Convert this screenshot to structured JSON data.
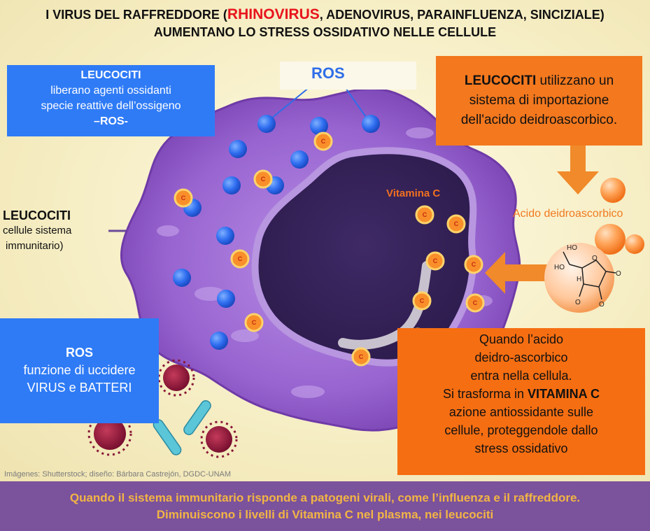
{
  "title": {
    "line1_pre": "I VIRUS DEL RAFFREDDORE (",
    "line1_red": "RHINOVIRUS",
    "line1_post": ", ADENOVIRUS, PARAINFLUENZA, SINCIZIALE)",
    "line2": "AUMENTANO LO STRESS OSSIDATIVO NELLE CELLULE"
  },
  "box_leucociti_left": {
    "heading": "LEUCOCITI",
    "line1": "liberano agenti ossidanti",
    "line2": "specie reattive dell’ossigeno",
    "line3": "–ROS-"
  },
  "ros_label": "ROS",
  "box_leucociti_right": {
    "heading": "LEUCOCITI",
    "text1": " utilizzano un",
    "text2": "sistema di importazione",
    "text3": "dell'acido deidroascorbico."
  },
  "side_label": {
    "heading": "LEUCOCITI",
    "line1": "cellule sistema",
    "line2": "immunitario)"
  },
  "vitamina_c_label": "Vitamina C",
  "acido_label": "Acido deidroascorbico",
  "molecule": {
    "ho1": "HO",
    "ho2": "HO",
    "h": "H",
    "o_ring": "O",
    "o_right": "O",
    "o_bottom1": "O",
    "o_bottom2": "O"
  },
  "vitc_particle_letter": "C",
  "box_ros_left": {
    "heading": "ROS",
    "line1": "funzione di uccidere",
    "line2": "VIRUS e BATTERI"
  },
  "box_quando": {
    "line1": "Quando l’acido",
    "line2": "deidro-ascorbico",
    "line3": "entra nella cellula.",
    "line4_pre": "Si trasforma in ",
    "line4_bold": "VITAMINA C",
    "line5": "azione antiossidante sulle",
    "line6": "cellule, proteggendole dallo",
    "line7": "stress ossidativo"
  },
  "credit": "Imágenes: Shutterstock; diseño: Bárbara Castrejón, DGDC-UNAM",
  "footer": {
    "line1": "Quando il sistema immunitario risponde a patogeni virali, come l’influenza e il raffreddore.",
    "line2": "Diminuiscono i livelli di Vitamina C nel plasma, nei leucociti"
  },
  "colors": {
    "ros_blue": "#2f7bf6",
    "vitamin_orange": "#f3781e",
    "footer_purple": "#7b529c",
    "footer_text": "#f2b544",
    "rhinovirus_red": "#e8141c"
  }
}
